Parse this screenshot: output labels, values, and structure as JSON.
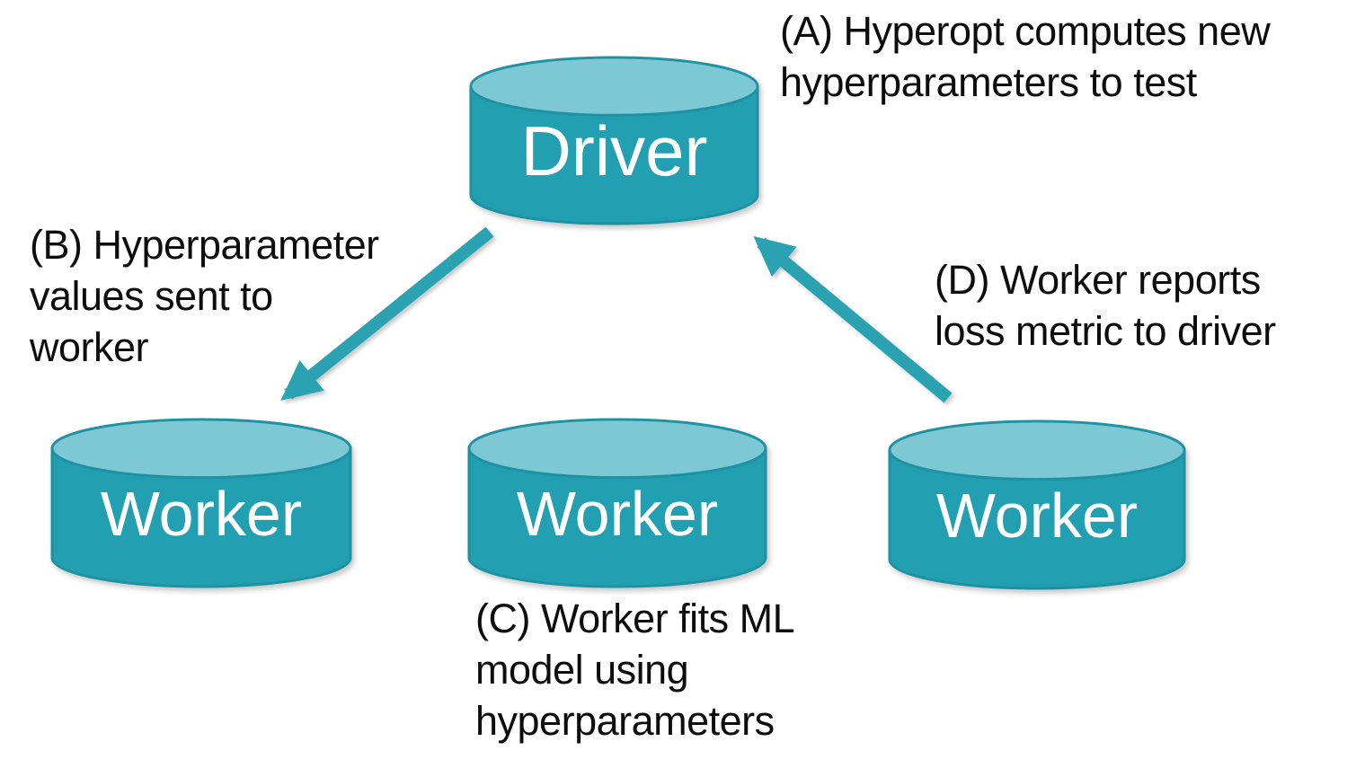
{
  "diagram": {
    "background": "#ffffff",
    "colors": {
      "cylinder_body": "#22a0b1",
      "cylinder_top": "#7cc8d4",
      "cylinder_stroke": "#1e91a3",
      "arrow": "#2aa2b2",
      "annotation_text": "#0d0d0d",
      "node_label_text": "#ffffff"
    },
    "nodes": [
      {
        "id": "driver",
        "label": "Driver"
      },
      {
        "id": "worker-1",
        "label": "Worker"
      },
      {
        "id": "worker-2",
        "label": "Worker"
      },
      {
        "id": "worker-3",
        "label": "Worker"
      }
    ],
    "annotations": {
      "a": {
        "lines": [
          "(A) Hyperopt computes new",
          "hyperparameters to test"
        ]
      },
      "b": {
        "lines": [
          "(B) Hyperparameter",
          "values sent to",
          "worker"
        ]
      },
      "c": {
        "lines": [
          "(C) Worker fits ML",
          "model using",
          "hyperparameters"
        ]
      },
      "d": {
        "lines": [
          "(D) Worker reports",
          "loss metric to driver"
        ]
      }
    },
    "edges": [
      {
        "id": "arrow-b",
        "from": "driver",
        "to": "worker-1",
        "annotation": "b"
      },
      {
        "id": "arrow-d",
        "from": "worker-3",
        "to": "driver",
        "annotation": "d"
      }
    ]
  }
}
